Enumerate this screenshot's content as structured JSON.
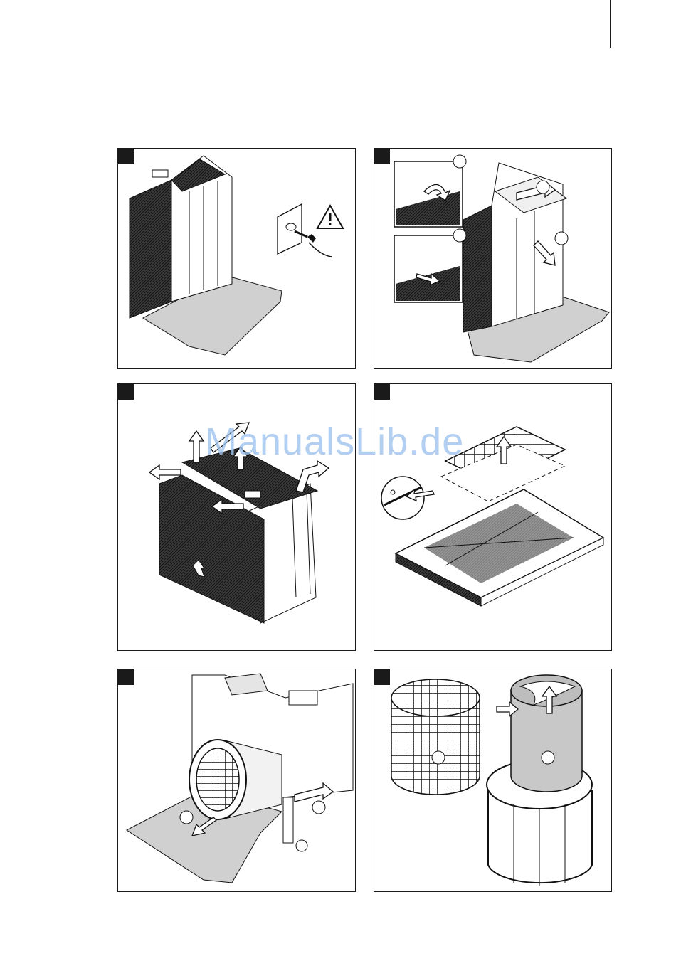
{
  "page": {
    "watermark": "ManualsLib.de"
  },
  "steps": [
    {
      "id": 1,
      "icons": [
        "unit-icon",
        "floor-mat-icon",
        "wall-socket-icon",
        "plug-icon",
        "warning-icon"
      ]
    },
    {
      "id": 2,
      "icons": [
        "unit-icon",
        "floor-mat-icon",
        "detail-inset-icon",
        "arrow-icon"
      ]
    },
    {
      "id": 3,
      "icons": [
        "unit-icon",
        "front-panel-icon",
        "arrow-icon"
      ]
    },
    {
      "id": 4,
      "icons": [
        "filter-grid-icon",
        "frame-tray-icon",
        "arrow-icon"
      ]
    },
    {
      "id": 5,
      "icons": [
        "unit-icon",
        "fan-drum-icon",
        "floor-mat-icon",
        "arrow-icon"
      ]
    },
    {
      "id": 6,
      "icons": [
        "cylinder-cage-icon",
        "cylinder-filter-icon",
        "base-ring-icon",
        "arrow-icon"
      ]
    }
  ],
  "colors": {
    "line": "#1a1a1a",
    "mat": "#d0d0d0",
    "hatch": "#2b2b2b",
    "watermark": "#9fc4ef"
  }
}
